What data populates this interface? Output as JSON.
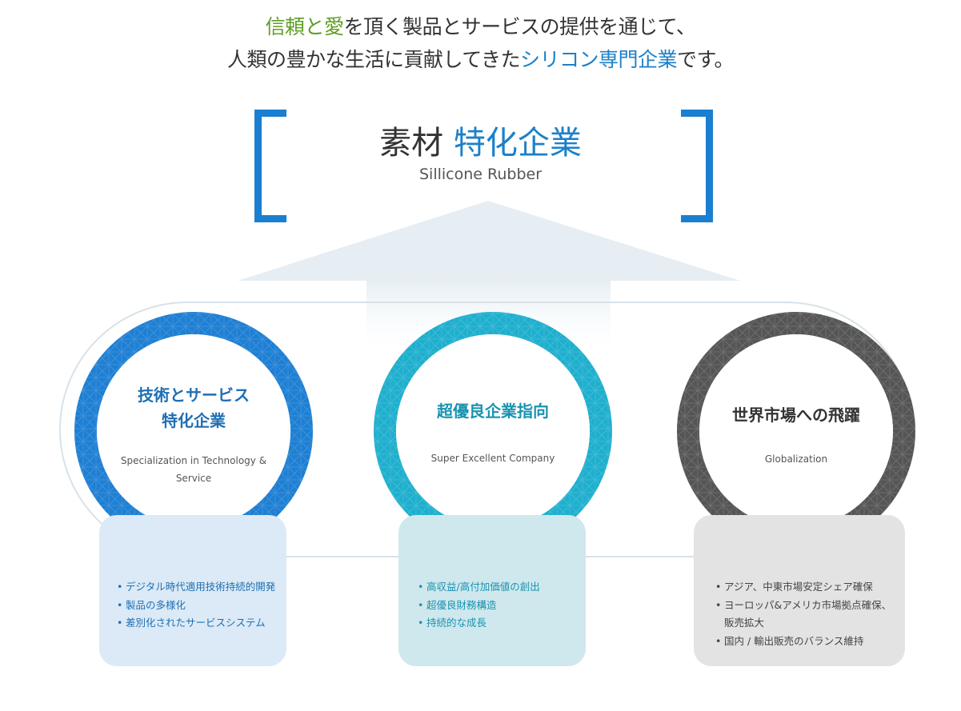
{
  "headline": {
    "line1": [
      {
        "text": "信頼と愛",
        "tone": "green"
      },
      {
        "text": "を頂く製品とサービスの提供を通じて、",
        "tone": "plain"
      }
    ],
    "line2": [
      {
        "text": "人類の豊かな生活に貢献してきた",
        "tone": "plain"
      },
      {
        "text": "シリコン専門企業",
        "tone": "blue"
      },
      {
        "text": "です。",
        "tone": "plain"
      }
    ]
  },
  "hero": {
    "title_plain": "素材",
    "title_accent": "特化企業",
    "subtitle": "Sillicone Rubber"
  },
  "pillars": [
    {
      "title": "技術とサービス\n特化企業",
      "subtitle": "Specialization in Technology &\nService",
      "color": "#1e7fd3",
      "card_color": "#dbeaf6",
      "text_color": "#1f6fb4",
      "items": [
        "デジタル時代適用技術持続的開発",
        "製品の多様化",
        "差別化されたサービスシステム"
      ]
    },
    {
      "title": "超優良企業指向",
      "subtitle": "Super Excellent Company",
      "color": "#1fafce",
      "card_color": "#cfe8ee",
      "text_color": "#1993b0",
      "items": [
        "高収益/高付加価値の創出",
        "超優良財務構造",
        "持続的な成長"
      ]
    },
    {
      "title": "世界市場への飛躍",
      "subtitle": "Globalization",
      "color": "#555555",
      "card_color": "#e3e3e3",
      "text_color": "#444444",
      "items": [
        "アジア、中東市場安定シェア確保",
        "ヨーロッパ&アメリカ市場拠点確保、\n販売拡大",
        "国内 / 輸出販売のバランス維持"
      ]
    }
  ],
  "colors": {
    "accent_blue": "#1d80c8",
    "accent_green": "#5e9e23",
    "bracket": "#1a7fd0",
    "arrow": "#e6eef3"
  }
}
